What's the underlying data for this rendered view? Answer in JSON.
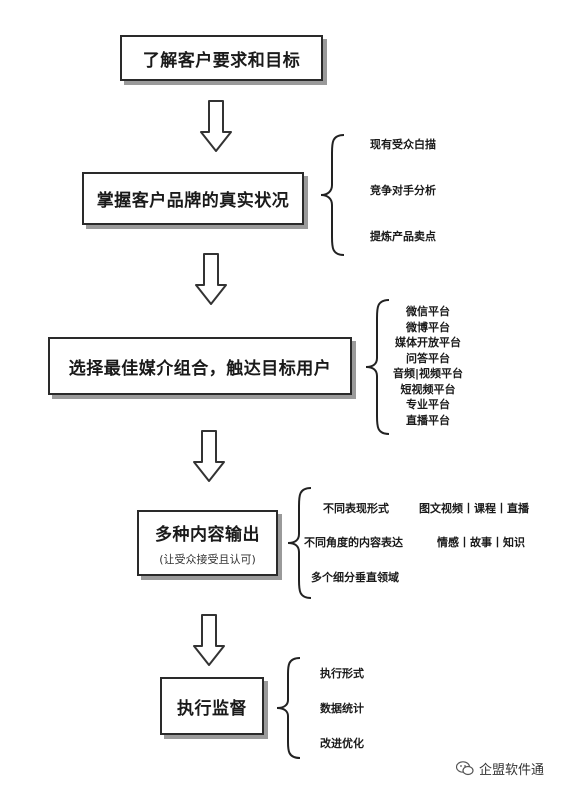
{
  "steps": [
    {
      "title": "了解客户要求和目标"
    },
    {
      "title": "掌握客户品牌的真实状况"
    },
    {
      "title": "选择最佳媒介组合，触达目标用户"
    },
    {
      "title": "多种内容输出",
      "subtitle": "(让受众接受且认可)"
    },
    {
      "title": "执行监督"
    }
  ],
  "details": {
    "brand": [
      "现有受众白描",
      "竞争对手分析",
      "提炼产品卖点"
    ],
    "media": [
      "微信平台",
      "微博平台",
      "媒体开放平台",
      "问答平台",
      "音频|视频平台",
      "短视频平台",
      "专业平台",
      "直播平台"
    ],
    "content": [
      {
        "label": "不同表现形式",
        "value": "图文视频丨课程丨直播"
      },
      {
        "label": "不同角度的内容表达",
        "value": "情感丨故事丨知识"
      },
      {
        "label": "多个细分垂直领域",
        "value": ""
      }
    ],
    "execution": [
      "执行形式",
      "数据统计",
      "改进优化"
    ]
  },
  "watermark": "企盟软件通"
}
